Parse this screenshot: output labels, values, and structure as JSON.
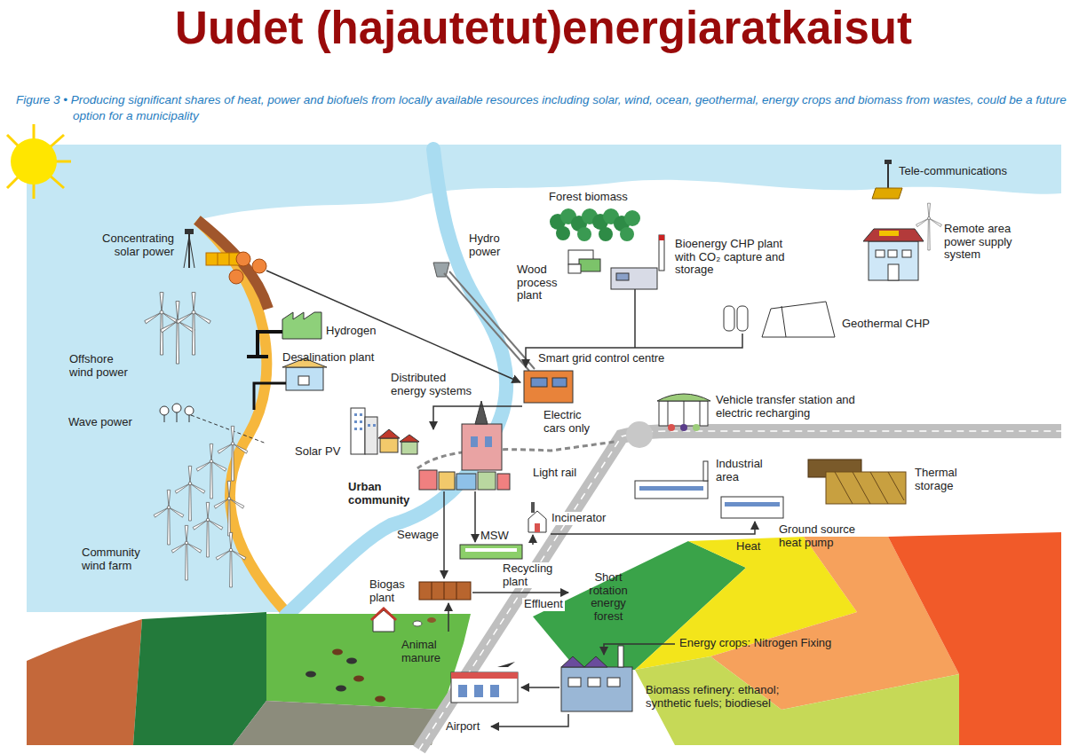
{
  "diagram": {
    "title": "Uudet (hajautetut)energiaratkaisut",
    "caption": "Figure 3 • Producing significant shares of heat, power and biofuels from locally available resources including solar, wind, ocean, geothermal, energy crops and biomass from wastes, could be a future option for a municipality",
    "labels": [
      "Tele-communications",
      "Forest biomass",
      "Concentrating solar power",
      "Hydro power",
      "Wood process plant",
      "Bioenergy CHP plant with CO₂ capture and storage",
      "Remote area power supply system",
      "Hydrogen",
      "Geothermal CHP",
      "Offshore wind power",
      "Desalination plant",
      "Smart grid control centre",
      "Distributed energy systems",
      "Electric cars only",
      "Vehicle transfer station and electric recharging",
      "Wave power",
      "Solar PV",
      "Light rail",
      "Industrial area",
      "Thermal storage",
      "Urban community",
      "Incinerator",
      "Ground source heat pump",
      "Sewage",
      "MSW",
      "Heat",
      "Community wind farm",
      "Recycling plant",
      "Biogas plant",
      "Short rotation energy forest",
      "Effluent",
      "Animal manure",
      "Energy crops: Nitrogen Fixing",
      "Biomass refinery: ethanol; synthetic fuels; biodiesel",
      "Airport"
    ]
  }
}
